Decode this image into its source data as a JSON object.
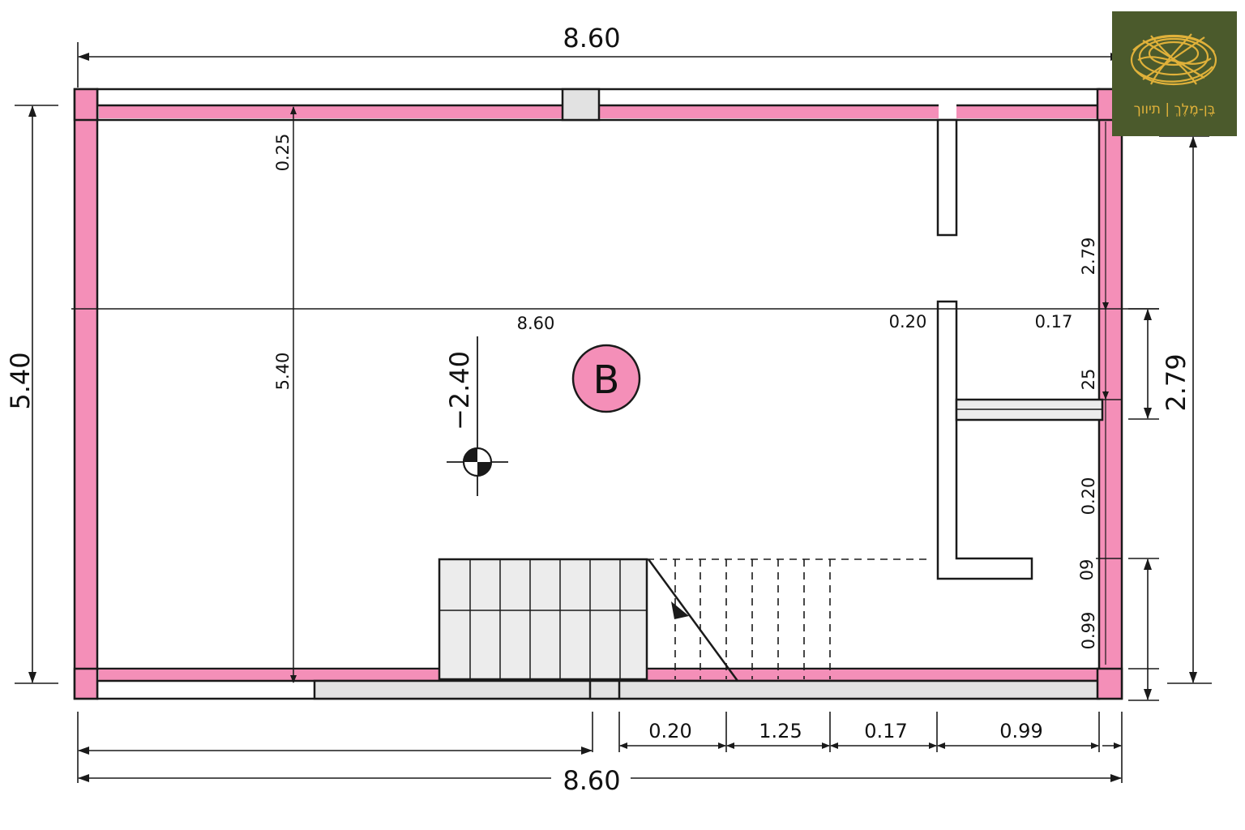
{
  "colors": {
    "wall_fill": "#f48fb8",
    "outline": "#1a1a1a",
    "concrete_fill": "#e2e2e2",
    "logo_bg": "#4b5a2c",
    "logo_gold": "#e0b13a"
  },
  "logo": {
    "text": "בֶּן-מֶלֶךְ | תיווך",
    "icon": "nest-icon"
  },
  "room": {
    "label": "B"
  },
  "level": {
    "value": "−2.40",
    "icon": "level-marker-icon"
  },
  "dimensions": {
    "top_width": "8.60",
    "bottom_width": "8.60",
    "left_height": "5.40",
    "right_height": "2.79",
    "inner_width": "8.60",
    "inner_height": "5.40",
    "inner_top_offset": "0.25",
    "right_upper": "2.79",
    "right_025": "25",
    "right_020": "0.20",
    "right_09": "09",
    "right_099": "0.99",
    "mid_020": "0.20",
    "mid_017": "0.17",
    "bottom_segments": [
      "0.20",
      "1.25",
      "0.17",
      "0.99"
    ]
  }
}
